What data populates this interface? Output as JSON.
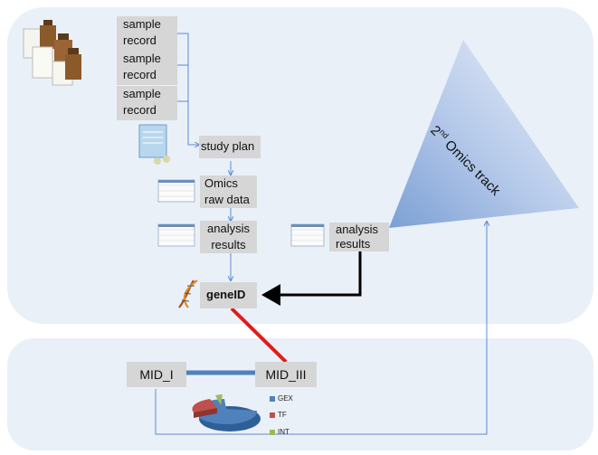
{
  "records": [
    {
      "line1": "sample",
      "line2": "record"
    },
    {
      "line1": "sample",
      "line2": "record"
    },
    {
      "line1": "sample",
      "line2": "record"
    }
  ],
  "nodes": {
    "study_plan": "study plan",
    "omics_line1": "Omics",
    "omics_line2": "raw data",
    "analysis_line1": "analysis",
    "analysis_line2": "results",
    "analysis2_line1": "analysis",
    "analysis2_line2": "results",
    "gene_id": "geneID",
    "mid_i": "MID_I",
    "mid_iii": "MID_III"
  },
  "track": {
    "prefix": "2",
    "superscript": "nd",
    "suffix": " Omics track"
  },
  "pie": {
    "legend": [
      {
        "label": "GEX",
        "color": "#4f81bd"
      },
      {
        "label": "TF",
        "color": "#c0504d"
      },
      {
        "label": "INT",
        "color": "#9bbb59"
      }
    ],
    "values": [
      0.82,
      0.14,
      0.04
    ]
  },
  "colors": {
    "panel": "#eaf0f8",
    "box": "#d6d6d6",
    "connector": "#5b8ccf",
    "gene_link": "#e21b1b",
    "mid_link": "#4f81bd",
    "triangle": "#7b9fd4"
  }
}
